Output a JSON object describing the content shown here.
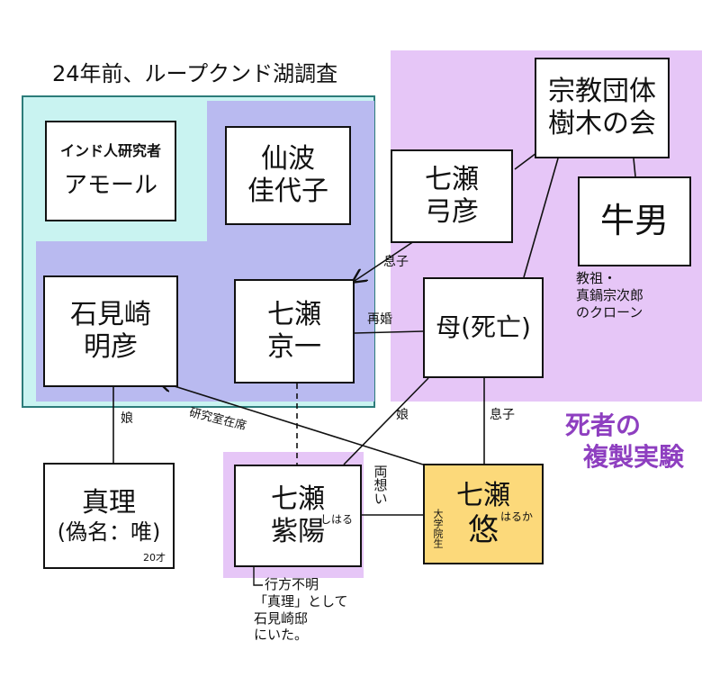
{
  "title": "24年前、ループクンド湖調査",
  "experiment_label": [
    "死者の",
    "複製実験"
  ],
  "nodes": {
    "amol": {
      "line1": "インド人研究者",
      "line2": "アモール"
    },
    "kayoko": {
      "line1": "仙波",
      "line2": "佳代子"
    },
    "yumihiko": {
      "line1": "七瀬",
      "line2": "弓彦"
    },
    "cult": {
      "line1": "宗教団体",
      "line2": "樹木の会"
    },
    "gyuo": {
      "line1": "牛男"
    },
    "akihiko": {
      "line1": "石見崎",
      "line2": "明彦"
    },
    "kyoichi": {
      "line1": "七瀬",
      "line2": "京一"
    },
    "mother": {
      "line1": "母(死亡)"
    },
    "mari": {
      "line1": "真理",
      "line2": "(偽名：唯)",
      "age": "20才"
    },
    "shiyo": {
      "line1": "七瀬",
      "line2": "紫陽",
      "reading": "しはる"
    },
    "haruka": {
      "line1": "七瀬",
      "line2": "悠",
      "reading": "はるか",
      "role": "大学院生"
    }
  },
  "edge_labels": {
    "son_kyoichi": "息子",
    "remarriage": "再婚",
    "daughter_mari": "娘",
    "lab_member": "研究室在席",
    "daughter_shiyo": "娘",
    "son_haruka": "息子",
    "mutual_love": "両想い"
  },
  "notes": {
    "gyuo_note": [
      "教祖・",
      "真鍋宗次郎",
      "のクローン"
    ],
    "shiyo_note": [
      "行方不明",
      "「真理」として",
      "石見崎邸",
      "にいた。"
    ]
  }
}
